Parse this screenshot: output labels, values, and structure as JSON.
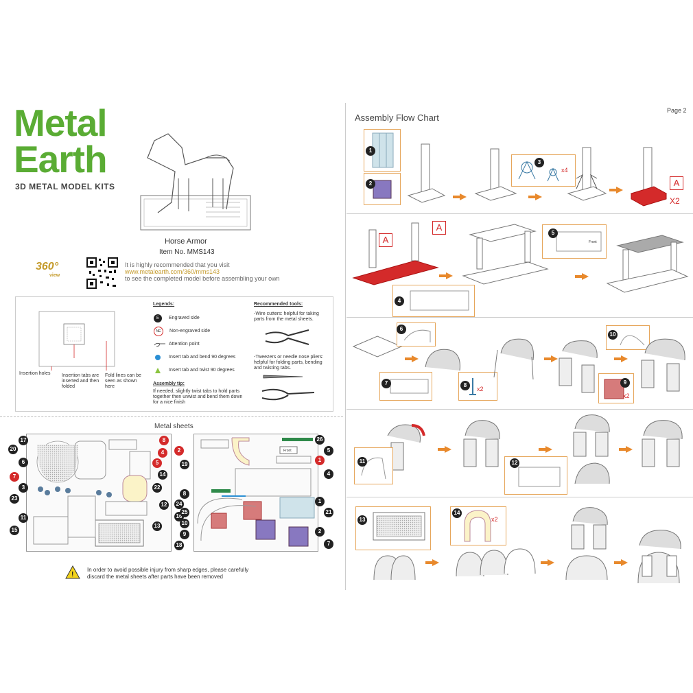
{
  "brand": {
    "line1": "Metal",
    "line2": "Earth",
    "tagline": "3D METAL MODEL KITS"
  },
  "product": {
    "title": "Horse Armor",
    "item": "Item No.  MMS143"
  },
  "view360": {
    "label": "360°",
    "sub": "view"
  },
  "recommend": {
    "line1": "It is highly recommended that you visit",
    "url": "www.metalearth.com/360/mms143",
    "line3": "to see the completed model before assembling your own"
  },
  "diagram_labels": {
    "insertion_holes": "Insertion holes",
    "insertion_tabs": "Insertion tabs are inserted and then folded",
    "fold_lines": "Fold lines can be seen as shown here"
  },
  "legends": {
    "title": "Legends:",
    "items": [
      {
        "icon": "E",
        "text": "Engraved side"
      },
      {
        "icon": "NE",
        "text": "Non-engraved side"
      },
      {
        "icon": "hand",
        "text": "Attention point"
      },
      {
        "icon": "dot",
        "text": "Insert tab and bend 90 degrees"
      },
      {
        "icon": "triangle",
        "text": "Insert tab and twist 90 degrees"
      }
    ]
  },
  "tip": {
    "title": "Assembly tip:",
    "text": "If needed, slightly twist tabs to hold parts together then unwist and bend them down for a nice finish"
  },
  "tools": {
    "title": "Recommended tools:",
    "t1": "-Wire cutters: helpful for taking parts from the metal sheets.",
    "t2": "-Tweezers or needle nose pliers: helpful for folding parts, bending and twisting tabs."
  },
  "metal_sheets": {
    "title": "Metal sheets",
    "left_nums": [
      "17",
      "20",
      "6",
      "7",
      "3",
      "23",
      "11",
      "15"
    ],
    "mid_nums": [
      "8",
      "4",
      "5",
      "14",
      "22",
      "12",
      "13"
    ],
    "right_left_nums": [
      "2",
      "19",
      "8",
      "24",
      "16",
      "25",
      "10",
      "9",
      "18"
    ],
    "right_nums": [
      "26",
      "5",
      "1",
      "4",
      "1",
      "21",
      "2",
      "7"
    ],
    "front_label": "Front"
  },
  "warning": {
    "text1": "In order to avoid possible injury from sharp edges, please carefully",
    "text2": "discard the metal sheets after parts have been removed"
  },
  "page2": {
    "title": "Assembly Flow Chart",
    "page": "Page 2"
  },
  "steps": {
    "s1": "1",
    "s2": "2",
    "s3": "3",
    "x4": "x4",
    "A": "A",
    "x2": "X2",
    "s4": "4",
    "s5": "5",
    "front": "Front",
    "s6": "6",
    "s7": "7",
    "s8": "8",
    "s9": "9",
    "s10": "10",
    "x2b": "x2",
    "s11": "11",
    "s12": "12",
    "s13": "13",
    "s14": "14"
  },
  "colors": {
    "green": "#5aac34",
    "orange": "#e8892c",
    "red": "#d42a2a",
    "gold": "#c49a2a"
  }
}
